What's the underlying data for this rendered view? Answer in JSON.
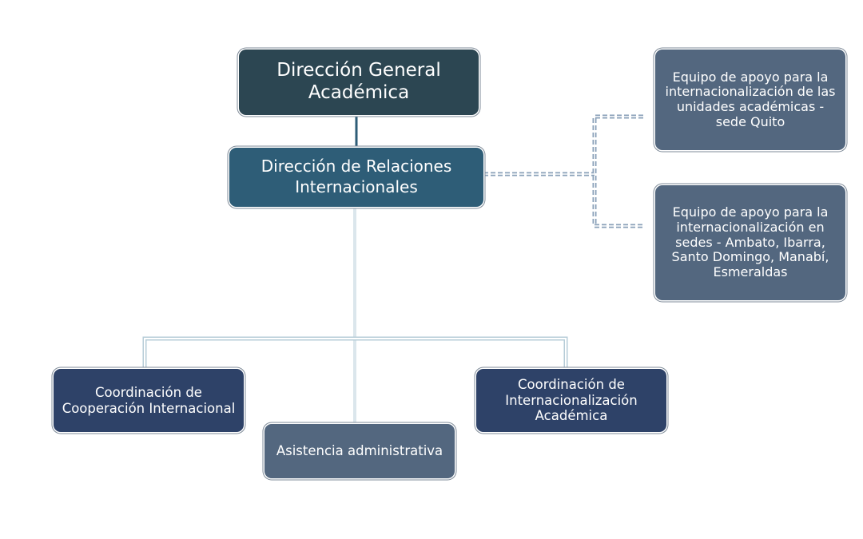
{
  "nodes": {
    "direccion_general": "Dirección General Académica",
    "direccion_relaciones": "Dirección de Relaciones Internacionales",
    "equipo_quito": "Equipo de apoyo para la internacionalización de las unidades académicas - sede Quito",
    "equipo_sedes": "Equipo de apoyo para la internacionalización en sedes - Ambato, Ibarra, Santo Domingo, Manabí, Esmeraldas",
    "coord_cooperacion": "Coordinación de Cooperación Internacional",
    "coord_internacionalizacion": "Coordinación de Internacionalización Académica",
    "asistencia": "Asistencia administrativa"
  },
  "colors": {
    "direccion_general": "#2c4652",
    "direccion_relaciones": "#2e5d77",
    "equipos": "#53677f",
    "coordinaciones": "#2e4268",
    "asistencia": "#53677f",
    "connector": "#2e5d77",
    "dashed_connector": "#8aa0b8"
  }
}
